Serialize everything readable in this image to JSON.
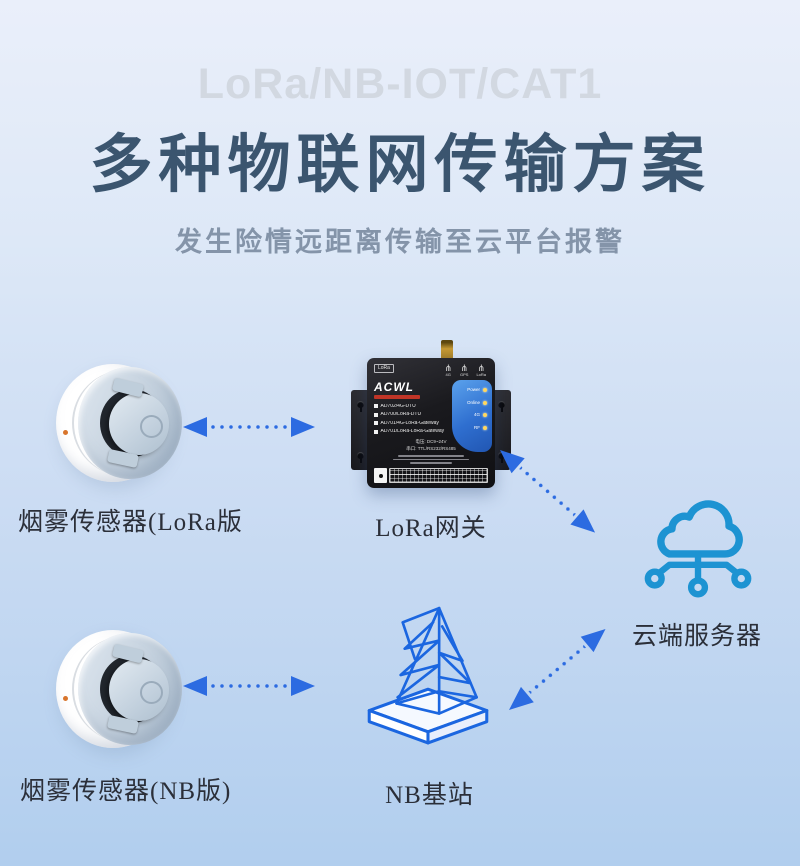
{
  "header": {
    "eyebrow": "LoRa/NB-IOT/CAT1",
    "title": "多种物联网传输方案",
    "subtitle": "发生险情远距离传输至云平台报警"
  },
  "nodes": {
    "sensor_lora_label": "烟雾传感器(LoRa版",
    "gateway_label": "LoRa网关",
    "cloud_label": "云端服务器",
    "sensor_nb_label": "烟雾传感器(NB版)",
    "nb_station_label": "NB基站"
  },
  "device": {
    "brand": "ACWL",
    "port_badge": "LoRa",
    "antenna_icon_glyph": "⋔",
    "antenna_labels": [
      "4G",
      "GPS",
      "LoRa"
    ],
    "models": [
      "AD702/4G-DTU",
      "AD700/LoRa-DTU",
      "AD701/4G-LoRa-Gateway",
      "AD701/LoRa-LoRa-Gateway"
    ],
    "led_labels": [
      "Power",
      "Online",
      "4G",
      "RF"
    ],
    "spec_lines": [
      "电压: DC9~24V",
      "串口: TTL/RS232/RS485"
    ]
  },
  "colors": {
    "background_top": "#eaeffa",
    "background_bottom": "#b1ceee",
    "eyebrow_text": "#d2d8e1",
    "title_text": "#3b556f",
    "subtitle_text": "#8494a9",
    "label_text": "#2b2f39",
    "arrow_blue": "#2c6be1",
    "cloud_icon_blue": "#1d93d2",
    "tower_icon_blue": "#1b66e0",
    "device_panel_blue": "#2f6fd0",
    "brand_red": "#c03527",
    "led_amber": "#ffd75e",
    "detector_led_orange": "#d8752c"
  }
}
